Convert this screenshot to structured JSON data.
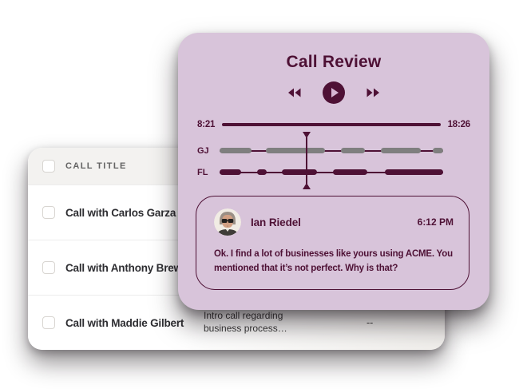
{
  "colors": {
    "accent_dark": "#4e1135",
    "review_card_bg": "#d8c4da",
    "track_gray": "#7f7f7f",
    "table_header_bg": "#f3f2f0",
    "row_divider": "#ececec",
    "header_text": "#636363",
    "row_text": "#2e2e32"
  },
  "call_review": {
    "title": "Call Review",
    "player": {
      "icons": {
        "rewind": "◀◀",
        "play": "▶",
        "forward": "▶▶"
      }
    },
    "timeline": {
      "elapsed": "8:21",
      "total": "18:26"
    },
    "playhead_percent": 38.9,
    "tracks": [
      {
        "label": "GJ",
        "segment_color": "#7f7f7f",
        "line_color": "#4e1135",
        "segments": [
          [
            0,
            14.3
          ],
          [
            20.8,
            26.2
          ],
          [
            54.2,
            10.7
          ],
          [
            72.0,
            17.9
          ],
          [
            95.4,
            4.6
          ]
        ]
      },
      {
        "label": "FL",
        "segment_color": "#4e1135",
        "line_color": "#4e1135",
        "segments": [
          [
            0,
            9.5
          ],
          [
            16.7,
            4.2
          ],
          [
            28.0,
            15.5
          ],
          [
            50.6,
            15.5
          ],
          [
            73.8,
            26.2
          ]
        ]
      }
    ],
    "transcript": {
      "speaker": "Ian Riedel",
      "time": "6:12 PM",
      "message": "Ok. I find a lot of businesses like yours using ACME. You mentioned that it’s not perfect. Why is that?"
    }
  },
  "call_table": {
    "column_header": "CALL TITLE",
    "rows": [
      {
        "title": "Call with Carlos Garza",
        "description": "",
        "metric": ""
      },
      {
        "title": "Call with Anthony Brewer",
        "description": "",
        "metric": ""
      },
      {
        "title": "Call with Maddie Gilbert",
        "description": "Intro call regarding business process…",
        "metric": "--"
      }
    ]
  }
}
